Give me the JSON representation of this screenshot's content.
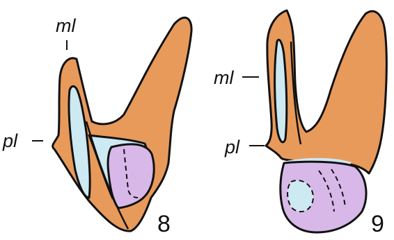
{
  "figures": [
    {
      "number": "8",
      "labels": {
        "ml": "ml",
        "pl": "pl"
      }
    },
    {
      "number": "9",
      "labels": {
        "ml": "ml",
        "pl": "pl"
      }
    }
  ],
  "colors": {
    "orange": "#E89A5B",
    "light_blue": "#CDE9F1",
    "lavender": "#D8B8E8",
    "outline": "#111111",
    "background": "#FFFFFF"
  }
}
